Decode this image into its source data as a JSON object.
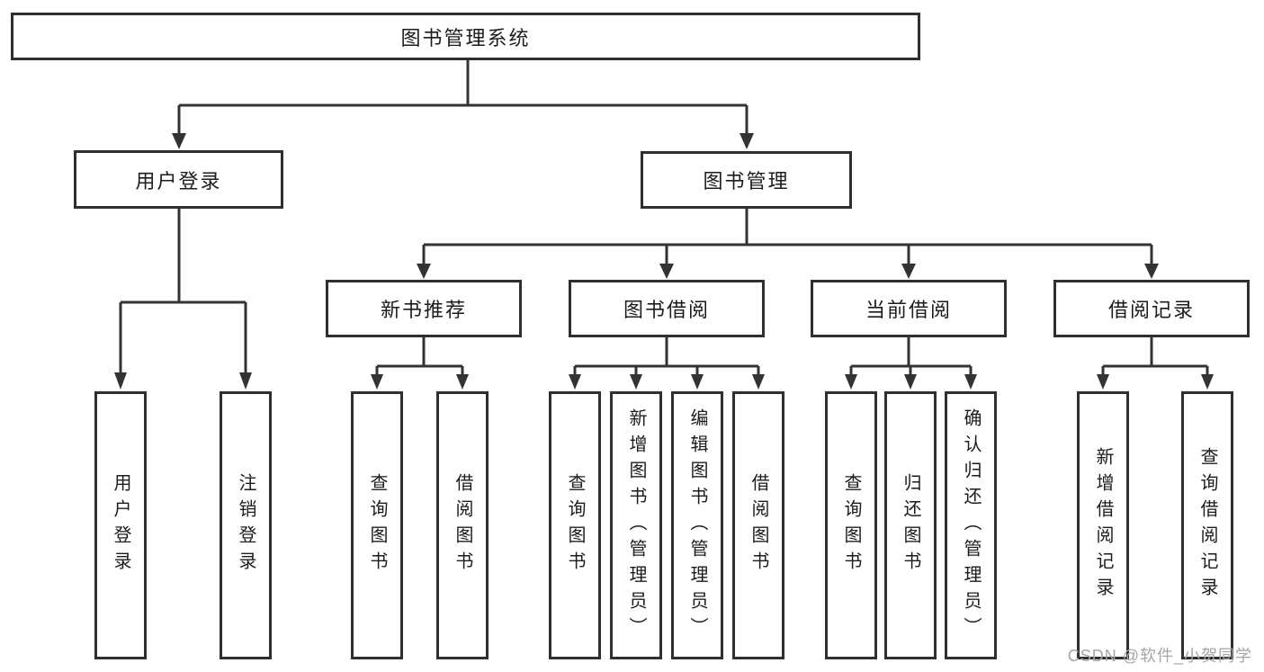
{
  "tree": {
    "root_label": "图书管理系统",
    "children": [
      {
        "label": "用户登录",
        "children": [
          {
            "label": "用户登录"
          },
          {
            "label": "注销登录"
          }
        ]
      },
      {
        "label": "图书管理",
        "children": [
          {
            "label": "新书推荐",
            "children": [
              {
                "label": "查询图书"
              },
              {
                "label": "借阅图书"
              }
            ]
          },
          {
            "label": "图书借阅",
            "children": [
              {
                "label": "查询图书"
              },
              {
                "label": "新增图书（管理员）"
              },
              {
                "label": "编辑图书（管理员）"
              },
              {
                "label": "借阅图书"
              }
            ]
          },
          {
            "label": "当前借阅",
            "children": [
              {
                "label": "查询图书"
              },
              {
                "label": "归还图书"
              },
              {
                "label": "确认归还（管理员）"
              }
            ]
          },
          {
            "label": "借阅记录",
            "children": [
              {
                "label": "新增借阅记录"
              },
              {
                "label": "查询借阅记录"
              }
            ]
          }
        ]
      }
    ]
  },
  "watermark": {
    "text": "CSDN @软件_小贺同学"
  },
  "colors": {
    "line": "#333333",
    "box_border": "#2f2f2f",
    "box_fill": "#ffffff",
    "text": "#1c1c1c",
    "watermark": "#a3a6aa",
    "background": "#ffffff"
  }
}
